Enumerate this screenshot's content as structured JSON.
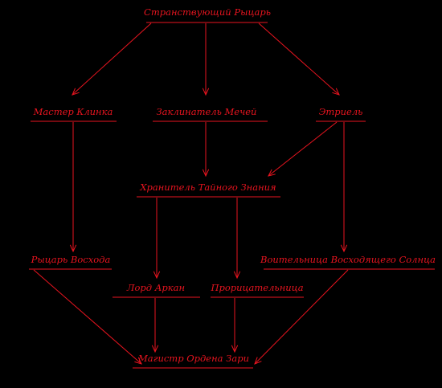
{
  "colors": {
    "background": "#000000",
    "accent": "#e8141f"
  },
  "nodes": [
    {
      "id": "wandering-knight",
      "label": "Странствующий Рыцарь"
    },
    {
      "id": "blade-master",
      "label": "Мастер Клинка"
    },
    {
      "id": "sword-enchanter",
      "label": "Заклинатель Мечей"
    },
    {
      "id": "etriel",
      "label": "Этриель"
    },
    {
      "id": "secret-knowledge-keeper",
      "label": "Хранитель Тайного Знания"
    },
    {
      "id": "dawn-knight",
      "label": "Рыцарь Восхода"
    },
    {
      "id": "rising-sun-warrior",
      "label": "Воительница Восходящего Солнца"
    },
    {
      "id": "lord-arcane",
      "label": "Лорд Аркан"
    },
    {
      "id": "prophetess",
      "label": "Прорицательница"
    },
    {
      "id": "order-of-dawn-magister",
      "label": "Магистр Ордена Зари"
    }
  ],
  "edges": [
    {
      "from": "wandering-knight",
      "to": "blade-master"
    },
    {
      "from": "wandering-knight",
      "to": "sword-enchanter"
    },
    {
      "from": "wandering-knight",
      "to": "etriel"
    },
    {
      "from": "sword-enchanter",
      "to": "secret-knowledge-keeper"
    },
    {
      "from": "etriel",
      "to": "secret-knowledge-keeper"
    },
    {
      "from": "blade-master",
      "to": "dawn-knight"
    },
    {
      "from": "etriel",
      "to": "rising-sun-warrior"
    },
    {
      "from": "secret-knowledge-keeper",
      "to": "lord-arcane"
    },
    {
      "from": "secret-knowledge-keeper",
      "to": "prophetess"
    },
    {
      "from": "dawn-knight",
      "to": "order-of-dawn-magister"
    },
    {
      "from": "lord-arcane",
      "to": "order-of-dawn-magister"
    },
    {
      "from": "prophetess",
      "to": "order-of-dawn-magister"
    },
    {
      "from": "rising-sun-warrior",
      "to": "order-of-dawn-magister"
    }
  ]
}
